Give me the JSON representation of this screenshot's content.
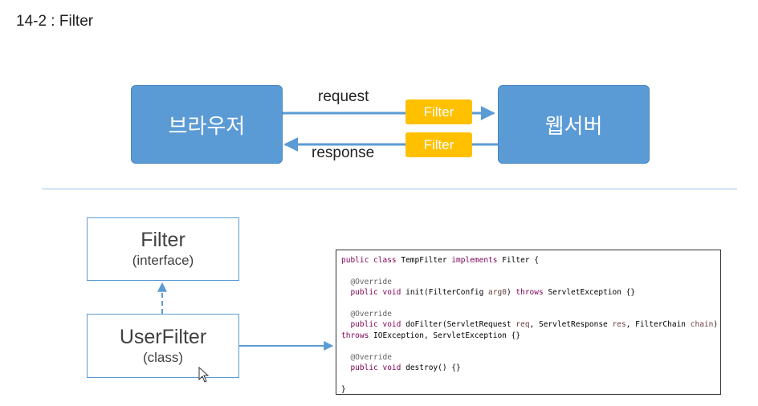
{
  "slide": {
    "title": "14-2 : Filter"
  },
  "flow": {
    "browser": "브라우저",
    "server": "웹서버",
    "request": "request",
    "response": "response",
    "filter_top": "Filter",
    "filter_bottom": "Filter"
  },
  "uml": {
    "interface_name": "Filter",
    "interface_stereotype": "(interface)",
    "class_name": "UserFilter",
    "class_stereotype": "(class)"
  },
  "code": {
    "line1_kw1": "public class",
    "line1_name": " TempFilter ",
    "line1_kw2": "implements",
    "line1_rest": " Filter {",
    "ann": "@Override",
    "init_kw": "public void",
    "init_sig": " init(FilterConfig ",
    "init_param": "arg0",
    "init_mid": ") ",
    "throws_kw": "throws",
    "init_end": " ServletException {}",
    "do_sig": " doFilter(ServletRequest ",
    "p_req": "req",
    "do_mid1": ", ServletResponse ",
    "p_res": "res",
    "do_mid2": ", FilterChain ",
    "p_chain": "chain",
    "do_end": ")",
    "do_throws_rest": " IOException, ServletException {}",
    "destroy_sig": " destroy() {}",
    "close": "}"
  },
  "colors": {
    "box_blue": "#5b9bd5",
    "filter_orange": "#ffc000",
    "arrow_blue": "#5b9bd5"
  }
}
